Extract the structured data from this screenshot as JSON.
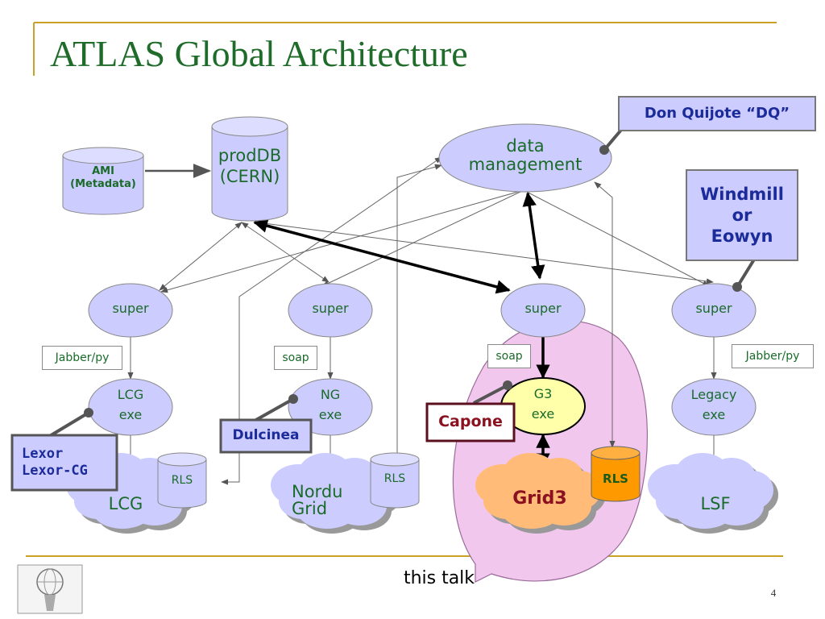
{
  "slide": {
    "title": "ATLAS Global Architecture",
    "page_number": "4",
    "footer_note": "this talk"
  },
  "databases": {
    "ami": {
      "line1": "AMI",
      "line2": "(Metadata)"
    },
    "proddb": {
      "line1": "prodDB",
      "line2": "(CERN)"
    }
  },
  "data_management": {
    "line1": "data",
    "line2": "management"
  },
  "supervisors": [
    "super",
    "super",
    "super",
    "super"
  ],
  "protocols": [
    "Jabber/py",
    "soap",
    "soap",
    "Jabber/py"
  ],
  "executors": {
    "lcg": {
      "line1": "LCG",
      "line2": "exe"
    },
    "ng": {
      "line1": "NG",
      "line2": "exe"
    },
    "g3": {
      "line1": "G3",
      "line2": "exe"
    },
    "legacy": {
      "line1": "Legacy",
      "line2": "exe"
    }
  },
  "grids": {
    "lcg": "LCG",
    "nordugrid": {
      "line1": "Nordu",
      "line2": "Grid"
    },
    "grid3": "Grid3",
    "lsf": "LSF"
  },
  "rls_labels": [
    "RLS",
    "RLS",
    "RLS"
  ],
  "callouts": {
    "don_quijote": "Don Quijote “DQ”",
    "windmill": {
      "line1": "Windmill",
      "line2": "or",
      "line3": "Eowyn"
    },
    "lexor": {
      "line1": "Lexor",
      "line2": "Lexor-CG"
    },
    "dulcinea": "Dulcinea",
    "capone": "Capone"
  },
  "colors": {
    "title": "#1e6b2a",
    "node_fill": "#ccccff",
    "node_text": "#1a6b2a",
    "callout_text": "#1c2b9a",
    "capone_text": "#8b1020",
    "rule_gold": "#c9a227",
    "speech_bubble": "#f2c7ee",
    "grid3_cloud": "#ffbb77",
    "g3_exe_fill": "#ffffaa",
    "rls_orange": "#ff9900"
  },
  "logo": {
    "icon": "atlas-statue-logo-icon"
  }
}
